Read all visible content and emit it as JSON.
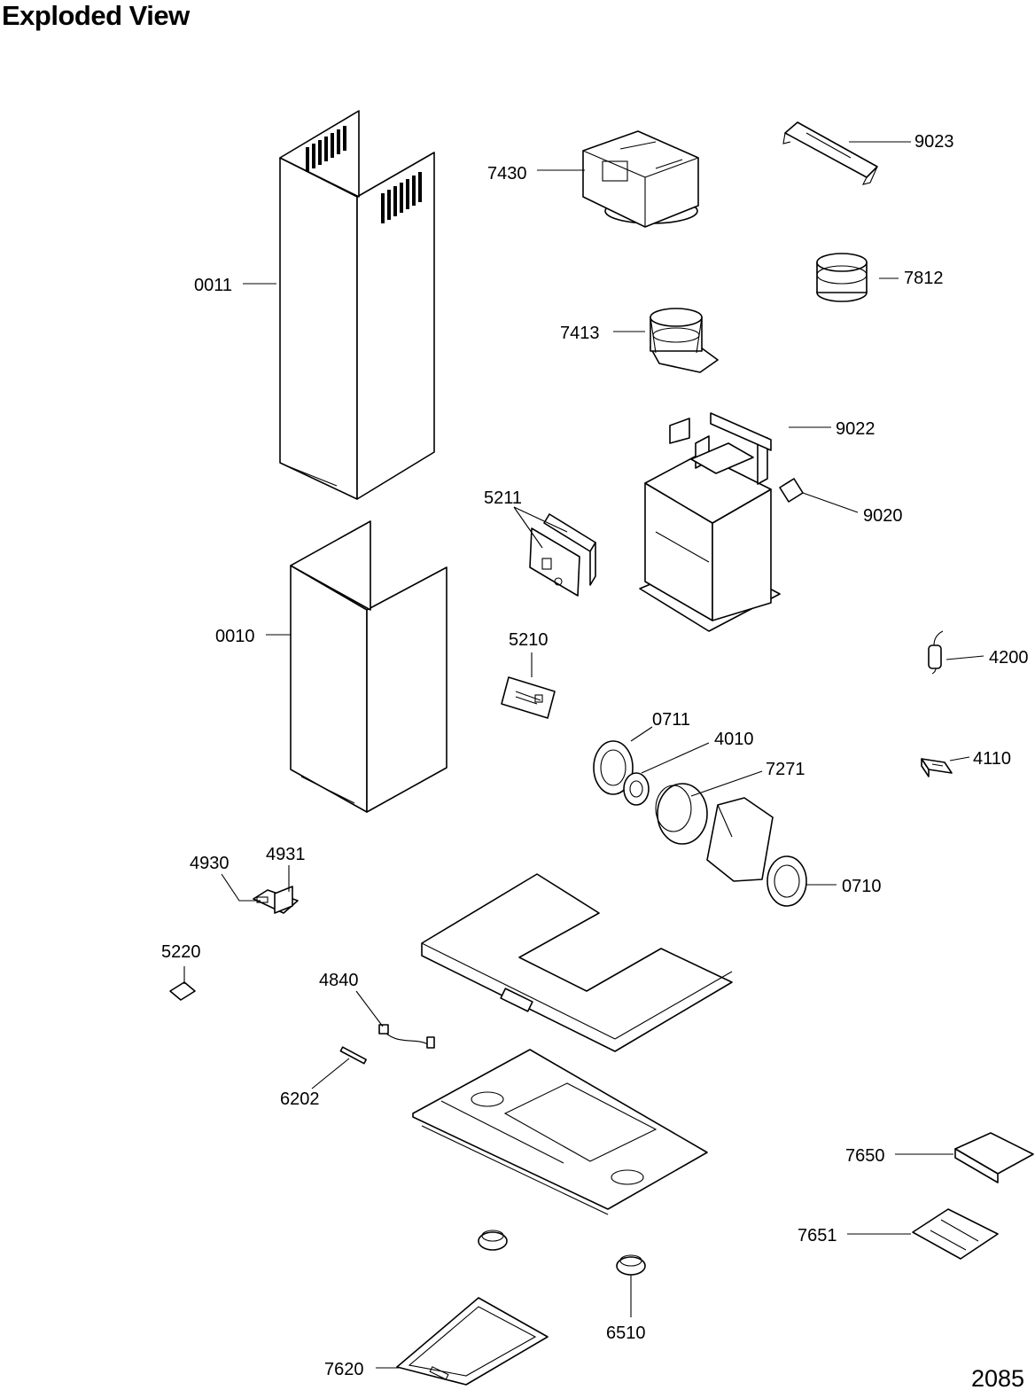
{
  "title": "Exploded View",
  "drawing_code": "2085",
  "parts": [
    {
      "id": "0011",
      "label": "0011"
    },
    {
      "id": "0010",
      "label": "0010"
    },
    {
      "id": "7430",
      "label": "7430"
    },
    {
      "id": "9023",
      "label": "9023"
    },
    {
      "id": "7812",
      "label": "7812"
    },
    {
      "id": "7413",
      "label": "7413"
    },
    {
      "id": "9022",
      "label": "9022"
    },
    {
      "id": "9020",
      "label": "9020"
    },
    {
      "id": "5211",
      "label": "5211"
    },
    {
      "id": "5210",
      "label": "5210"
    },
    {
      "id": "4200",
      "label": "4200"
    },
    {
      "id": "0711",
      "label": "0711"
    },
    {
      "id": "4010",
      "label": "4010"
    },
    {
      "id": "7271",
      "label": "7271"
    },
    {
      "id": "4110",
      "label": "4110"
    },
    {
      "id": "0710",
      "label": "0710"
    },
    {
      "id": "4930",
      "label": "4930"
    },
    {
      "id": "4931",
      "label": "4931"
    },
    {
      "id": "5220",
      "label": "5220"
    },
    {
      "id": "4840",
      "label": "4840"
    },
    {
      "id": "6202",
      "label": "6202"
    },
    {
      "id": "7650",
      "label": "7650"
    },
    {
      "id": "7651",
      "label": "7651"
    },
    {
      "id": "6510",
      "label": "6510"
    },
    {
      "id": "7620",
      "label": "7620"
    }
  ]
}
